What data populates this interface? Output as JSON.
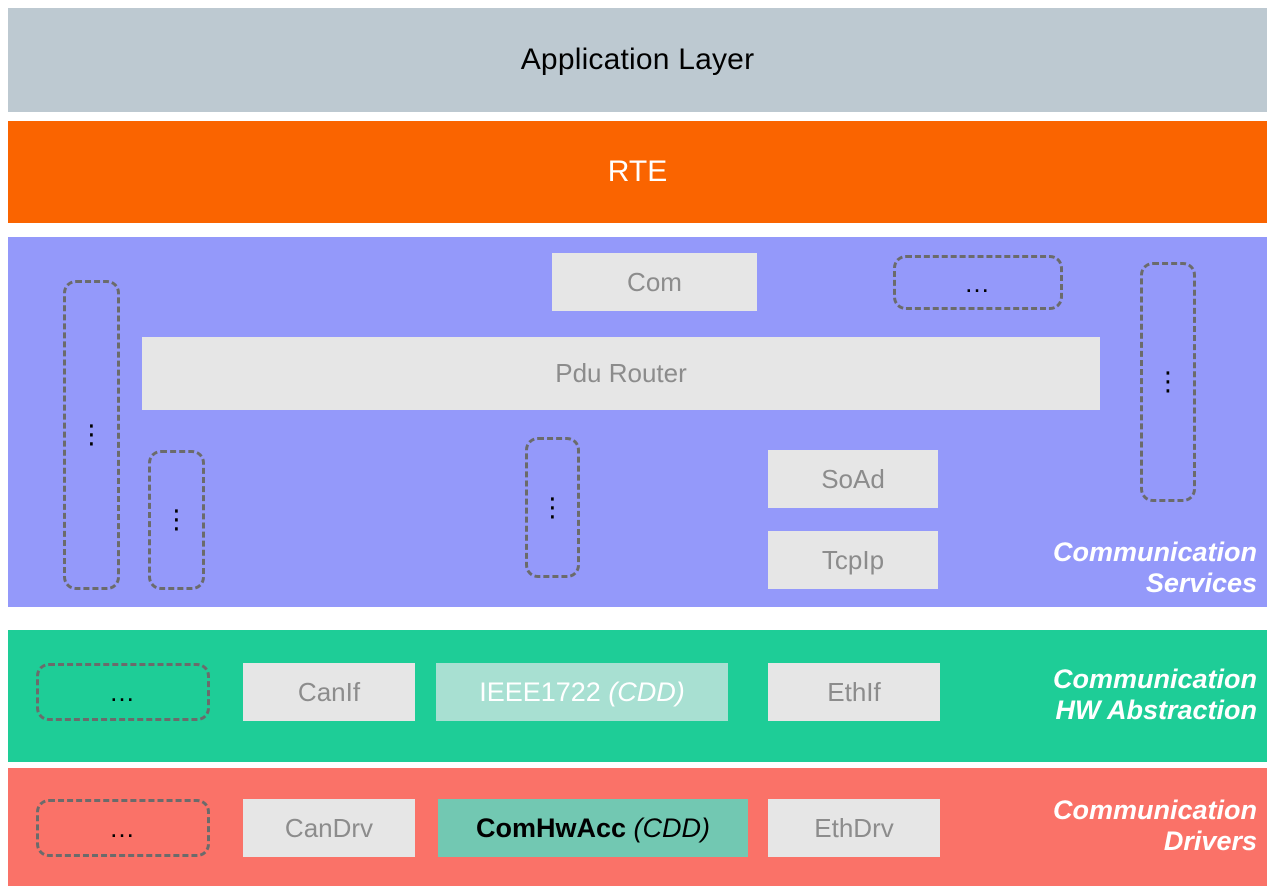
{
  "layers": {
    "application": {
      "title": "Application Layer",
      "color": "#bdc9d1"
    },
    "rte": {
      "title": "RTE",
      "color": "#fa6400"
    },
    "comm_services": {
      "caption": "Communication\nServices",
      "color": "#9499fa",
      "modules": [
        {
          "name": "Com",
          "label": "Com"
        },
        {
          "name": "Pdu Router",
          "label": "Pdu Router"
        },
        {
          "name": "SoAd",
          "label": "SoAd"
        },
        {
          "name": "TcpIp",
          "label": "TcpIp"
        }
      ],
      "placeholders": [
        {
          "name": "placeholder-left-tall",
          "glyph": "⋮",
          "orientation": "vertical"
        },
        {
          "name": "placeholder-left-short",
          "glyph": "⋮",
          "orientation": "vertical"
        },
        {
          "name": "placeholder-middle",
          "glyph": "⋮",
          "orientation": "vertical"
        },
        {
          "name": "placeholder-top-right",
          "glyph": "…",
          "orientation": "horizontal"
        },
        {
          "name": "placeholder-right-tall",
          "glyph": "⋮",
          "orientation": "vertical"
        }
      ]
    },
    "comm_hw_abstraction": {
      "caption": "Communication\nHW Abstraction",
      "color": "#1ecd97",
      "placeholder": "…",
      "modules": [
        {
          "name": "CanIf",
          "label": "CanIf"
        },
        {
          "name": "EthIf",
          "label": "EthIf"
        }
      ],
      "cdd": {
        "label": "IEEE1722",
        "suffix": "(CDD)",
        "color": "#a8e0d2"
      }
    },
    "comm_drivers": {
      "caption": "Communication\nDrivers",
      "color": "#fa7268",
      "placeholder": "…",
      "modules": [
        {
          "name": "CanDrv",
          "label": "CanDrv"
        },
        {
          "name": "EthDrv",
          "label": "EthDrv"
        }
      ],
      "cdd": {
        "label": "ComHwAcc",
        "suffix": "(CDD)",
        "color": "#72c8b2"
      }
    }
  }
}
